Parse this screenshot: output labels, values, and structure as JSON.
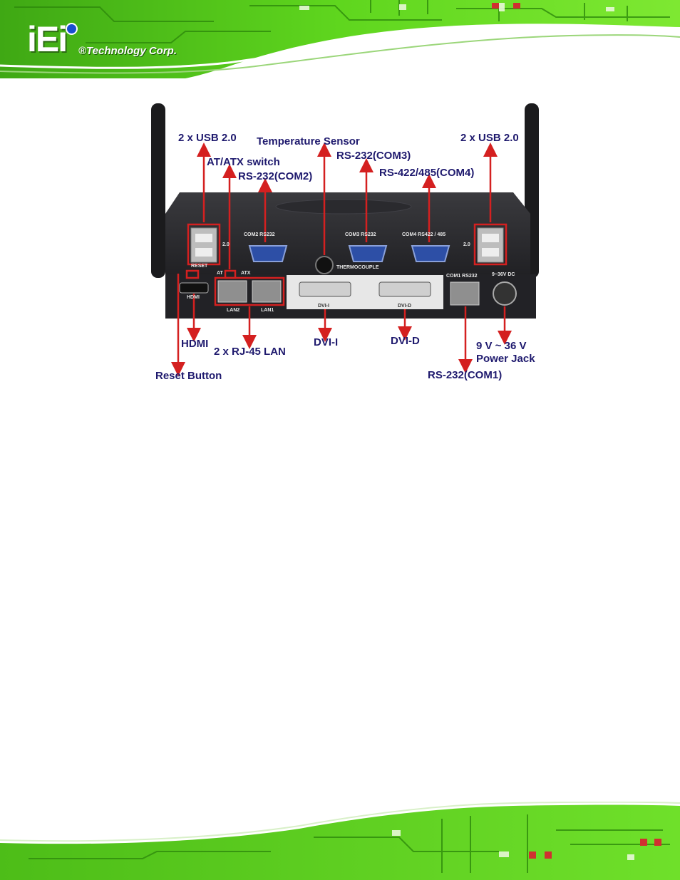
{
  "header": {
    "logo_mark": "iEi",
    "logo_sub": "®Technology Corp."
  },
  "figure": {
    "callouts": {
      "usb_left": "2 x USB 2.0",
      "temperature_sensor": "Temperature Sensor",
      "usb_right": "2 x USB 2.0",
      "at_atx_switch": "AT/ATX switch",
      "rs232_com3": "RS-232(COM3)",
      "rs232_com2": "RS-232(COM2)",
      "rs422_com4": "RS-422/485(COM4)",
      "hdmi": "HDMI",
      "rj45_lan": "2 x RJ-45 LAN",
      "dvi_i": "DVI-I",
      "dvi_d": "DVI-D",
      "power_jack_1": "9 V ~ 36 V",
      "power_jack_2": "Power Jack",
      "reset_button": "Reset Button",
      "rs232_com1": "RS-232(COM1)"
    },
    "panel_labels": {
      "com2": "COM2  RS232",
      "com3": "COM3  RS232",
      "com4": "COM4  RS422 / 485",
      "thermocouple": "THERMOCOUPLE",
      "reset": "RESET",
      "at": "AT",
      "atx": "ATX",
      "hdmi": "HDMI",
      "lan2": "LAN2",
      "lan1": "LAN1",
      "dvi_i": "DVI-I",
      "dvi_d": "DVI-D",
      "com1": "COM1  RS232",
      "dc": "9~36V DC",
      "usb_left": "2.0",
      "usb_right": "2.0"
    }
  },
  "colors": {
    "pcb_green": "#58d419",
    "callout_text": "#1f1a6e",
    "arrow_red": "#d42020"
  }
}
